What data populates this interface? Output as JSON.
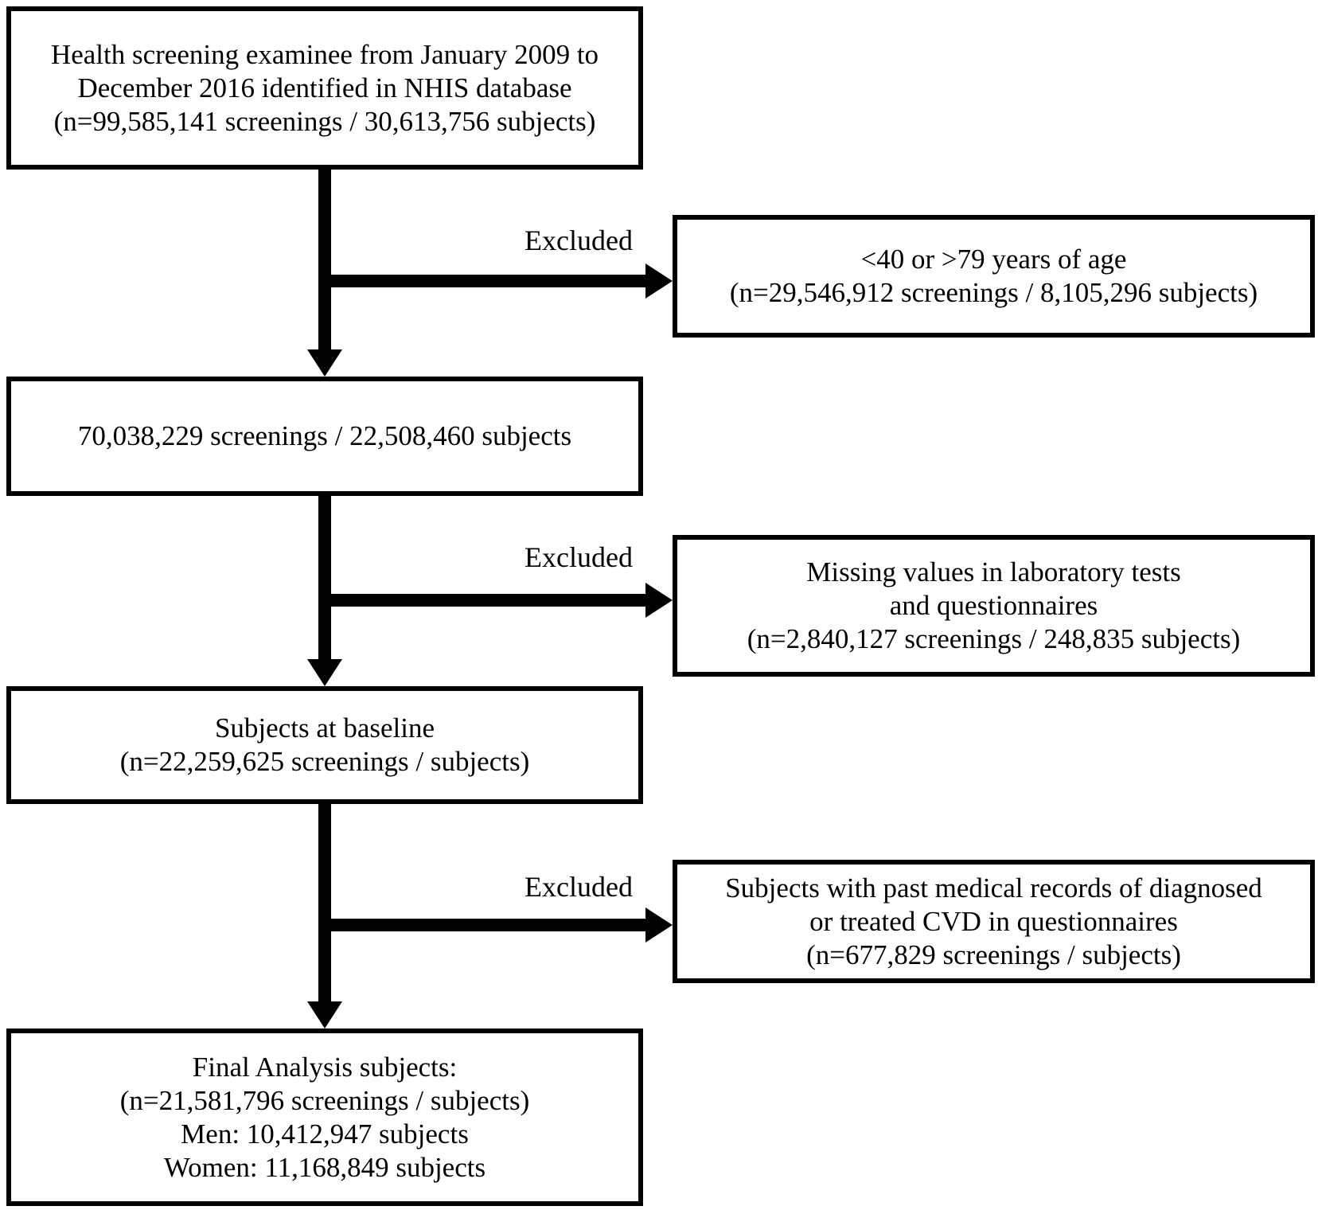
{
  "diagram": {
    "excluded_label": "Excluded",
    "main_boxes": [
      {
        "name": "source-population",
        "lines": [
          "Health screening examinee from January 2009 to",
          "December 2016 identified in NHIS database",
          "(n=99,585,141 screenings / 30,613,756 subjects)"
        ]
      },
      {
        "name": "after-age-exclusion",
        "lines": [
          "70,038,229 screenings / 22,508,460 subjects"
        ]
      },
      {
        "name": "subjects-at-baseline",
        "lines": [
          "Subjects at baseline",
          "(n=22,259,625 screenings / subjects)"
        ]
      },
      {
        "name": "final-analysis",
        "lines": [
          "Final Analysis subjects:",
          "(n=21,581,796 screenings / subjects)",
          "Men: 10,412,947 subjects",
          "Women: 11,168,849 subjects"
        ]
      }
    ],
    "exclusion_boxes": [
      {
        "name": "age-exclusion",
        "lines": [
          "<40 or >79 years of age",
          "(n=29,546,912 screenings / 8,105,296 subjects)"
        ]
      },
      {
        "name": "missing-values-exclusion",
        "lines": [
          "Missing values in laboratory tests",
          "and questionnaires",
          "(n=2,840,127 screenings / 248,835 subjects)"
        ]
      },
      {
        "name": "cvd-history-exclusion",
        "lines": [
          "Subjects with past medical records of diagnosed",
          "or treated CVD in questionnaires",
          "(n=677,829 screenings / subjects)"
        ]
      }
    ]
  }
}
